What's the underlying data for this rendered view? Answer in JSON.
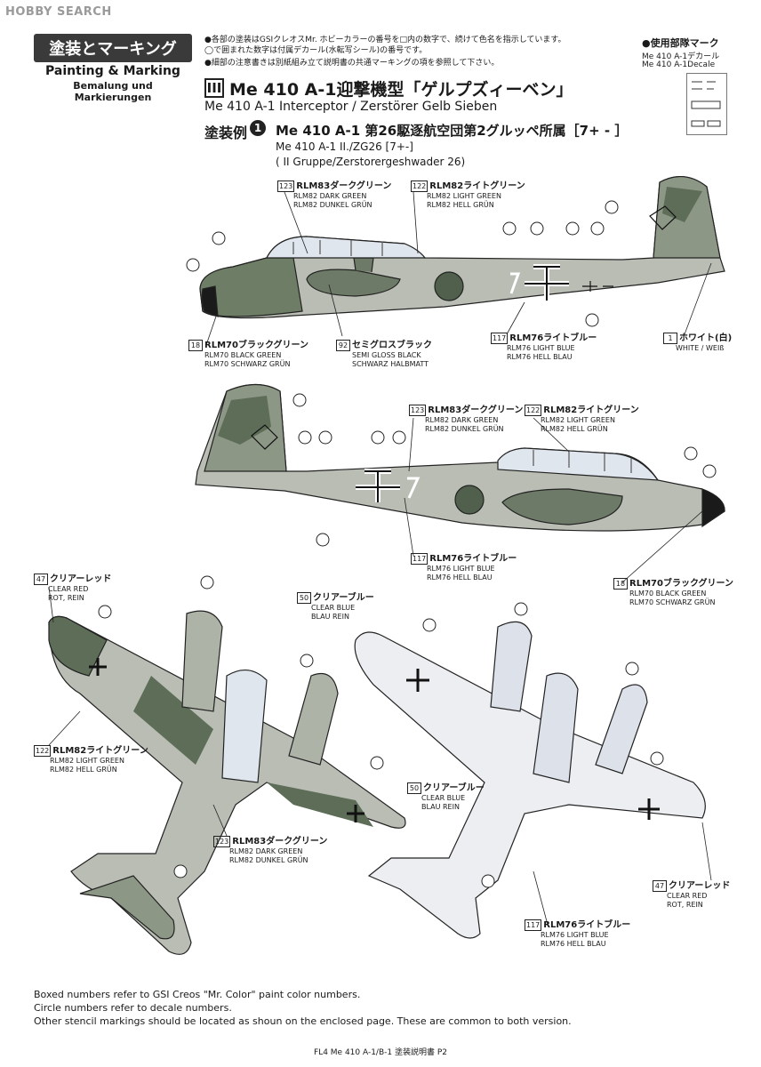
{
  "watermark": "HOBBY SEARCH",
  "section": {
    "title_jp": "塗装とマーキング",
    "title_en": "Painting & Marking",
    "title_de": "Bemalung und Markierungen"
  },
  "notes": [
    "●各部の塗装はGSIクレオスMr. ホビーカラーの番号を□内の数字で、続けて色名を指示しています。",
    "◯で囲まれた数字は付属デカール(水転写シール)の番号です。",
    "●細部の注意書きは別紙組み立て説明書の共通マーキングの項を参照して下さい。"
  ],
  "unit_marking": {
    "title": "●使用部隊マーク",
    "line1": "Me 410 A-1デカール",
    "line2": "Me 410 A-1Decale"
  },
  "subsection": {
    "numeral": "III",
    "title": "Me 410 A-1迎撃機型「ゲルプズィーベン」",
    "title_en": "Me 410 A-1 Interceptor / Zerstörer Gelb Sieben"
  },
  "scheme": {
    "label": "塗装例",
    "number": "1",
    "title": "Me 410 A-1 第26駆逐航空団第2グルッペ所属［7+ - ］",
    "sub1": "Me 410 A-1 II./ZG26 [7+-]",
    "sub2": "( II Gruppe/Zerstorergeshwader 26)"
  },
  "callouts": {
    "c1": {
      "num": "123",
      "jp": "RLM83ダークグリーン",
      "en": "RLM82 DARK GREEN",
      "de": "RLM82 DUNKEL GRÜN"
    },
    "c2": {
      "num": "122",
      "jp": "RLM82ライトグリーン",
      "en": "RLM82 LIGHT GREEN",
      "de": "RLM82 HELL GRÜN"
    },
    "c3": {
      "num": "18",
      "jp": "RLM70ブラックグリーン",
      "en": "RLM70 BLACK GREEN",
      "de": "RLM70 SCHWARZ GRÜN"
    },
    "c4": {
      "num": "92",
      "jp": "セミグロスブラック",
      "en": "SEMI GLOSS BLACK",
      "de": "SCHWARZ HALBMATT"
    },
    "c5": {
      "num": "117",
      "jp": "RLM76ライトブルー",
      "en": "RLM76 LIGHT BLUE",
      "de": "RLM76 HELL BLAU"
    },
    "c6": {
      "num": "1",
      "jp": "ホワイト(白)",
      "en": "WHITE / WEIß"
    },
    "c7": {
      "num": "123",
      "jp": "RLM83ダークグリーン",
      "en": "RLM82 DARK GREEN",
      "de": "RLM82 DUNKEL GRÜN"
    },
    "c8": {
      "num": "122",
      "jp": "RLM82ライトグリーン",
      "en": "RLM82 LIGHT GREEN",
      "de": "RLM82 HELL GRÜN"
    },
    "c9": {
      "num": "117",
      "jp": "RLM76ライトブルー",
      "en": "RLM76 LIGHT BLUE",
      "de": "RLM76 HELL BLAU"
    },
    "c10": {
      "num": "18",
      "jp": "RLM70ブラックグリーン",
      "en": "RLM70 BLACK GREEN",
      "de": "RLM70 SCHWARZ GRÜN"
    },
    "c11": {
      "num": "47",
      "jp": "クリアーレッド",
      "en": "CLEAR RED",
      "de": "ROT, REIN"
    },
    "c12": {
      "num": "50",
      "jp": "クリアーブルー",
      "en": "CLEAR BLUE",
      "de": "BLAU REIN"
    },
    "c13": {
      "num": "122",
      "jp": "RLM82ライトグリーン",
      "en": "RLM82 LIGHT GREEN",
      "de": "RLM82 HELL GRÜN"
    },
    "c14": {
      "num": "123",
      "jp": "RLM83ダークグリーン",
      "en": "RLM82 DARK GREEN",
      "de": "RLM82 DUNKEL GRÜN"
    },
    "c15": {
      "num": "50",
      "jp": "クリアーブルー",
      "en": "CLEAR BLUE",
      "de": "BLAU REIN"
    },
    "c16": {
      "num": "47",
      "jp": "クリアーレッド",
      "en": "CLEAR RED",
      "de": "ROT, REIN"
    },
    "c17": {
      "num": "117",
      "jp": "RLM76ライトブルー",
      "en": "RLM76 LIGHT BLUE",
      "de": "RLM76 HELL BLAU"
    }
  },
  "footer": [
    "Boxed numbers refer to GSI Creos \"Mr. Color\" paint color numbers.",
    "Circle numbers refer to decale numbers.",
    "Other stencil markings should be located as shoun on the enclosed page. These are common to both version."
  ],
  "page_footer": "FL4 Me 410 A-1/B-1 塗装説明書 P2"
}
